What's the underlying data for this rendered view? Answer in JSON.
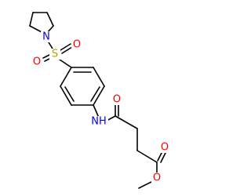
{
  "molecule": {
    "atoms": [
      {
        "id": "N1",
        "symbol": "N",
        "label": "N",
        "color": "#0000ff"
      },
      {
        "id": "S1",
        "symbol": "S",
        "label": "S",
        "color": "#b5a300"
      },
      {
        "id": "O1",
        "symbol": "O",
        "label": "O",
        "color": "#ff0000"
      },
      {
        "id": "O2",
        "symbol": "O",
        "label": "O",
        "color": "#ff0000"
      },
      {
        "id": "N2",
        "symbol": "N",
        "label": "NH",
        "color": "#0000ff"
      },
      {
        "id": "O3",
        "symbol": "O",
        "label": "O",
        "color": "#ff0000"
      },
      {
        "id": "O4",
        "symbol": "O",
        "label": "O",
        "color": "#ff0000"
      },
      {
        "id": "O5",
        "symbol": "O",
        "label": "O",
        "color": "#ff0000"
      }
    ],
    "colors": {
      "bond": "#000000",
      "nitrogen": "#0000ff",
      "oxygen": "#ff0000",
      "sulfur": "#b5a300"
    }
  }
}
